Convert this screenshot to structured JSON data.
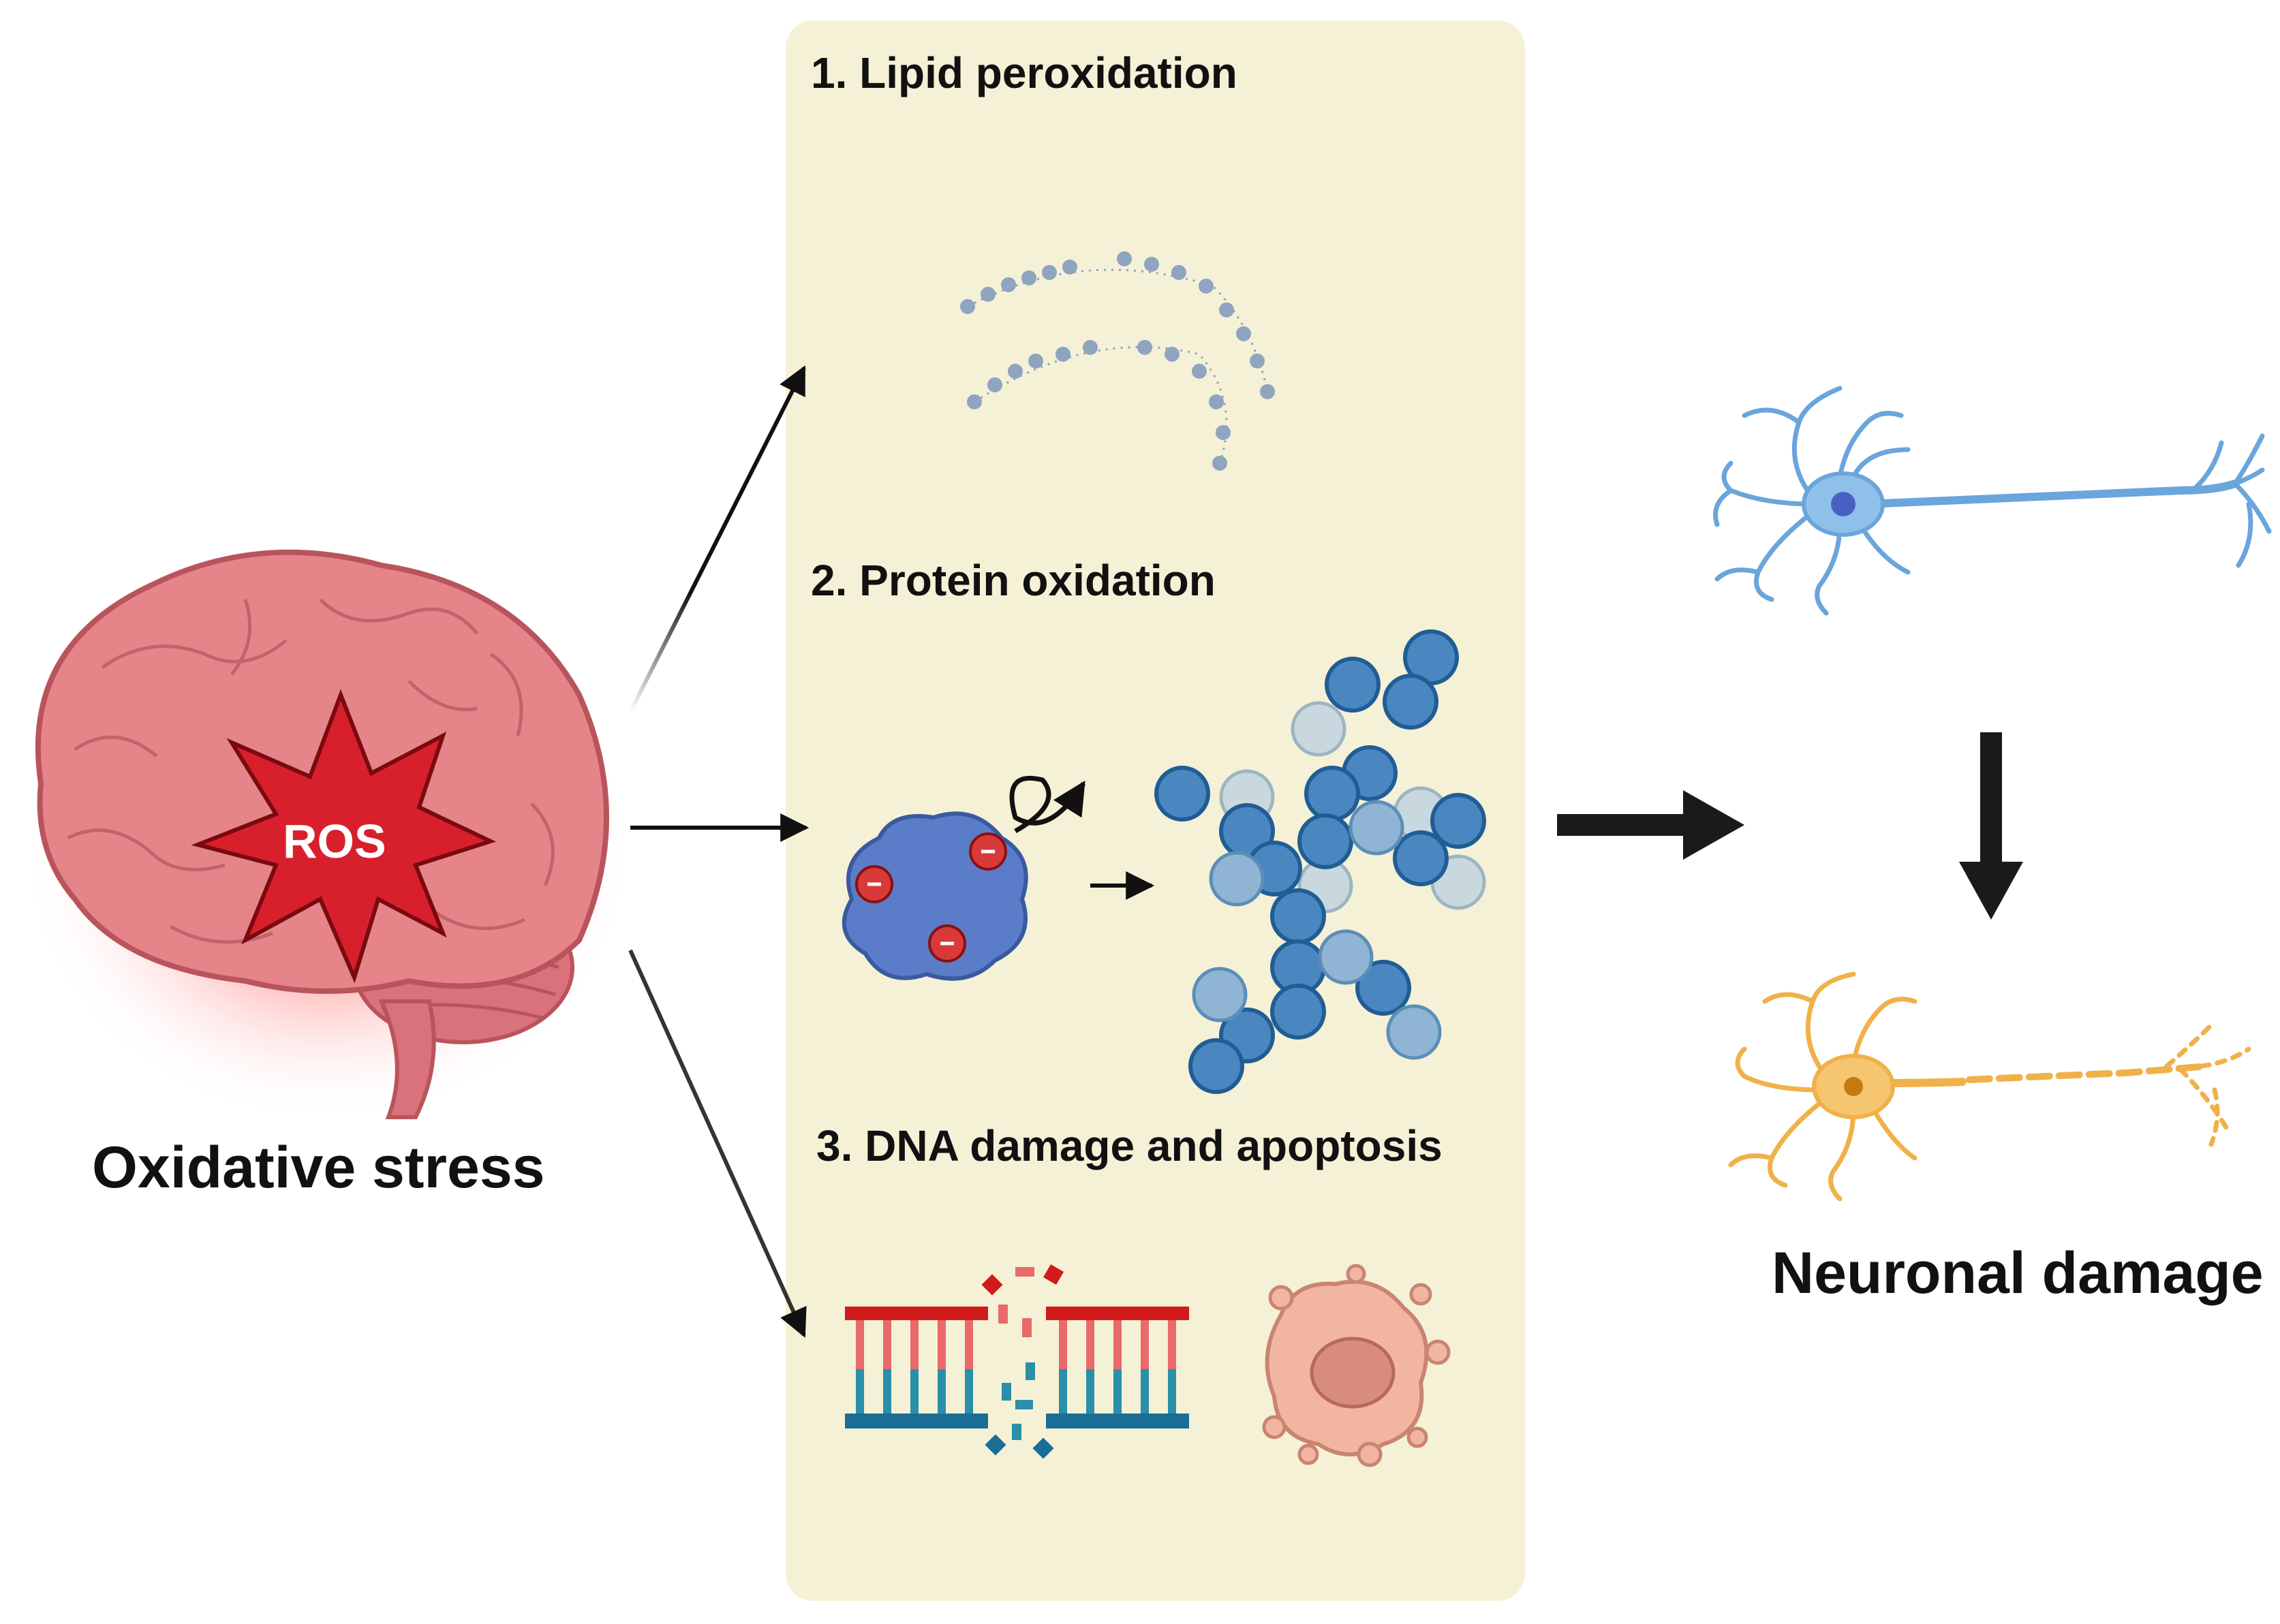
{
  "left": {
    "label": "Oxidative stress",
    "center_label": "ROS"
  },
  "panel": {
    "step1": "1. Lipid peroxidation",
    "step2": "2. Protein oxidation",
    "step3": "3. DNA damage and apoptosis"
  },
  "right": {
    "label": "Neuronal damage"
  },
  "icons": [
    "brain-icon",
    "lipid-bilayer-icon",
    "protein-icon",
    "protein-aggregate-icon",
    "dna-icon",
    "apoptotic-cell-icon",
    "healthy-neuron-icon",
    "damaged-neuron-icon"
  ],
  "colors": {
    "panel_bg": "#f5f1d6",
    "brain": "#e5858a",
    "ros_star": "#d8202c",
    "protein": "#5b7cc8",
    "aggregate": "#4a86c0",
    "healthy_neuron": "#6aa5dc",
    "damaged_neuron": "#f0b14a",
    "dna_red": "#d11a1a",
    "dna_blue": "#1a6e95"
  }
}
